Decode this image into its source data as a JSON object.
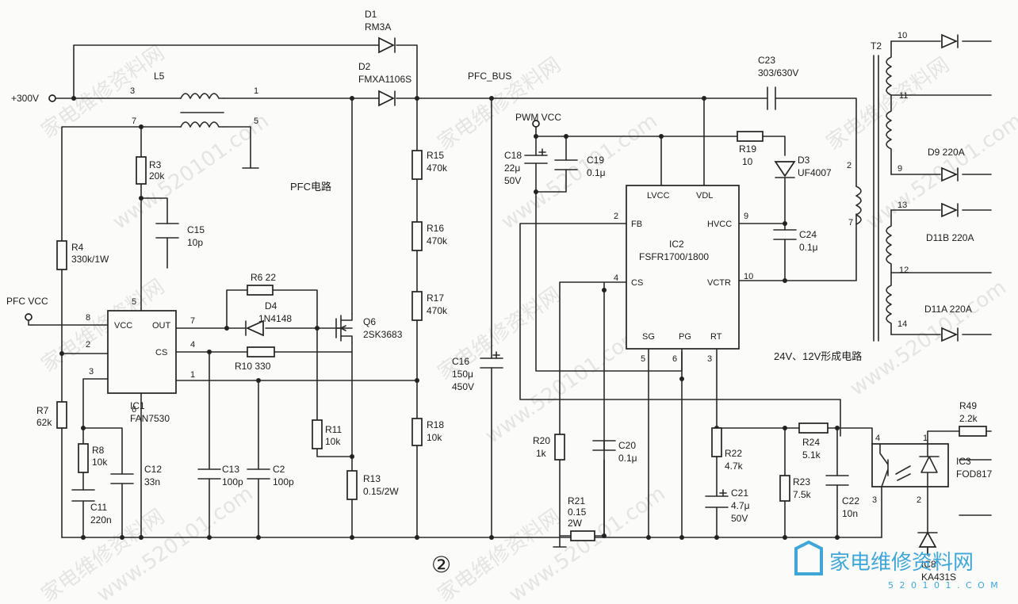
{
  "watermark": {
    "cn": "家电维修资料网",
    "url": "www.520101.com"
  },
  "labels": {
    "v300": "+300V",
    "pfc_vcc_in": "PFC VCC",
    "pwm_vcc": "PWM VCC",
    "pfc_bus": "PFC_BUS",
    "pfc_circuit": "PFC电路",
    "out_circuit": "24V、12V形成电路",
    "fig_no": "②",
    "D1": "D1",
    "D1v": "RM3A",
    "D2": "D2",
    "D2v": "FMXA1106S",
    "L5": "L5",
    "T2": "T2",
    "R3": "R3",
    "R3v": "20k",
    "R4": "R4",
    "R4v": "330k/1W",
    "R6": "R6 22",
    "D4": "D4",
    "D4v": "1N4148",
    "Q6": "Q6",
    "Q6v": "2SK3683",
    "R10": "R10 330",
    "R7": "R7",
    "R7v": "62k",
    "R8": "R8",
    "R8v": "10k",
    "C11": "C11",
    "C11v": "220n",
    "C12": "C12",
    "C12v": "33n",
    "C13": "C13",
    "C13v": "100p",
    "C2": "C2",
    "C2v": "100p",
    "C15": "C15",
    "C15v": "10p",
    "R11": "R11",
    "R11v": "10k",
    "R13": "R13",
    "R13v": "0.15/2W",
    "R15": "R15",
    "R15v": "470k",
    "R16": "R16",
    "R16v": "470k",
    "R17": "R17",
    "R17v": "470k",
    "R18": "R18",
    "R18v": "10k",
    "C16": "C16",
    "C16v1": "150μ",
    "C16v2": "450V",
    "C18": "C18",
    "C18v1": "22μ",
    "C18v2": "50V",
    "C19": "C19",
    "C19v": "0.1μ",
    "C23": "C23",
    "C23v": "303/630V",
    "R19": "R19",
    "R19v": "10",
    "D3": "D3",
    "D3v": "UF4007",
    "C24": "C24",
    "C24v": "0.1μ",
    "R20": "R20",
    "R20v": "1k",
    "C20": "C20",
    "C20v": "0.1μ",
    "R21": "R21",
    "R21v1": "0.15",
    "R21v2": "2W",
    "R22": "R22",
    "R22v": "4.7k",
    "C21": "C21",
    "C21v1": "4.7μ",
    "C21v2": "50V",
    "R23": "R23",
    "R23v": "7.5k",
    "R24": "R24",
    "R24v": "5.1k",
    "C22": "C22",
    "C22v": "10n",
    "R49": "R49",
    "R49v": "2.2k",
    "IC3": "IC3",
    "IC3v": "FOD817",
    "IC8": "IC8",
    "IC8v": "KA431S",
    "D9": "D9 220A",
    "D11B": "D11B 220A",
    "D11A": "D11A 220A",
    "IC1": "IC1",
    "IC1v": "FAN7530",
    "IC1_vcc": "VCC",
    "IC1_out": "OUT",
    "IC1_cs": "CS",
    "IC2": "IC2",
    "IC2v": "FSFR1700/1800",
    "IC2_lvcc": "LVCC",
    "IC2_vdl": "VDL",
    "IC2_fb": "FB",
    "IC2_hvcc": "HVCC",
    "IC2_cs": "CS",
    "IC2_vctr": "VCTR",
    "IC2_sg": "SG",
    "IC2_pg": "PG",
    "IC2_rt": "RT"
  },
  "pins": {
    "p3": "3",
    "p1": "1",
    "p7": "7",
    "p5": "5",
    "p8": "8",
    "p2": "2",
    "p4": "4",
    "p6": "6",
    "t10": "10",
    "t11": "11",
    "t9": "9",
    "t13": "13",
    "t12": "12",
    "t14": "14",
    "t2": "2",
    "t7": "7",
    "ic3_4": "4",
    "ic3_1": "1",
    "ic3_3": "3",
    "ic3_2": "2"
  },
  "logo": {
    "text": "家电维修资料网",
    "url": "5 2 0 1 0 1 . C O M"
  }
}
